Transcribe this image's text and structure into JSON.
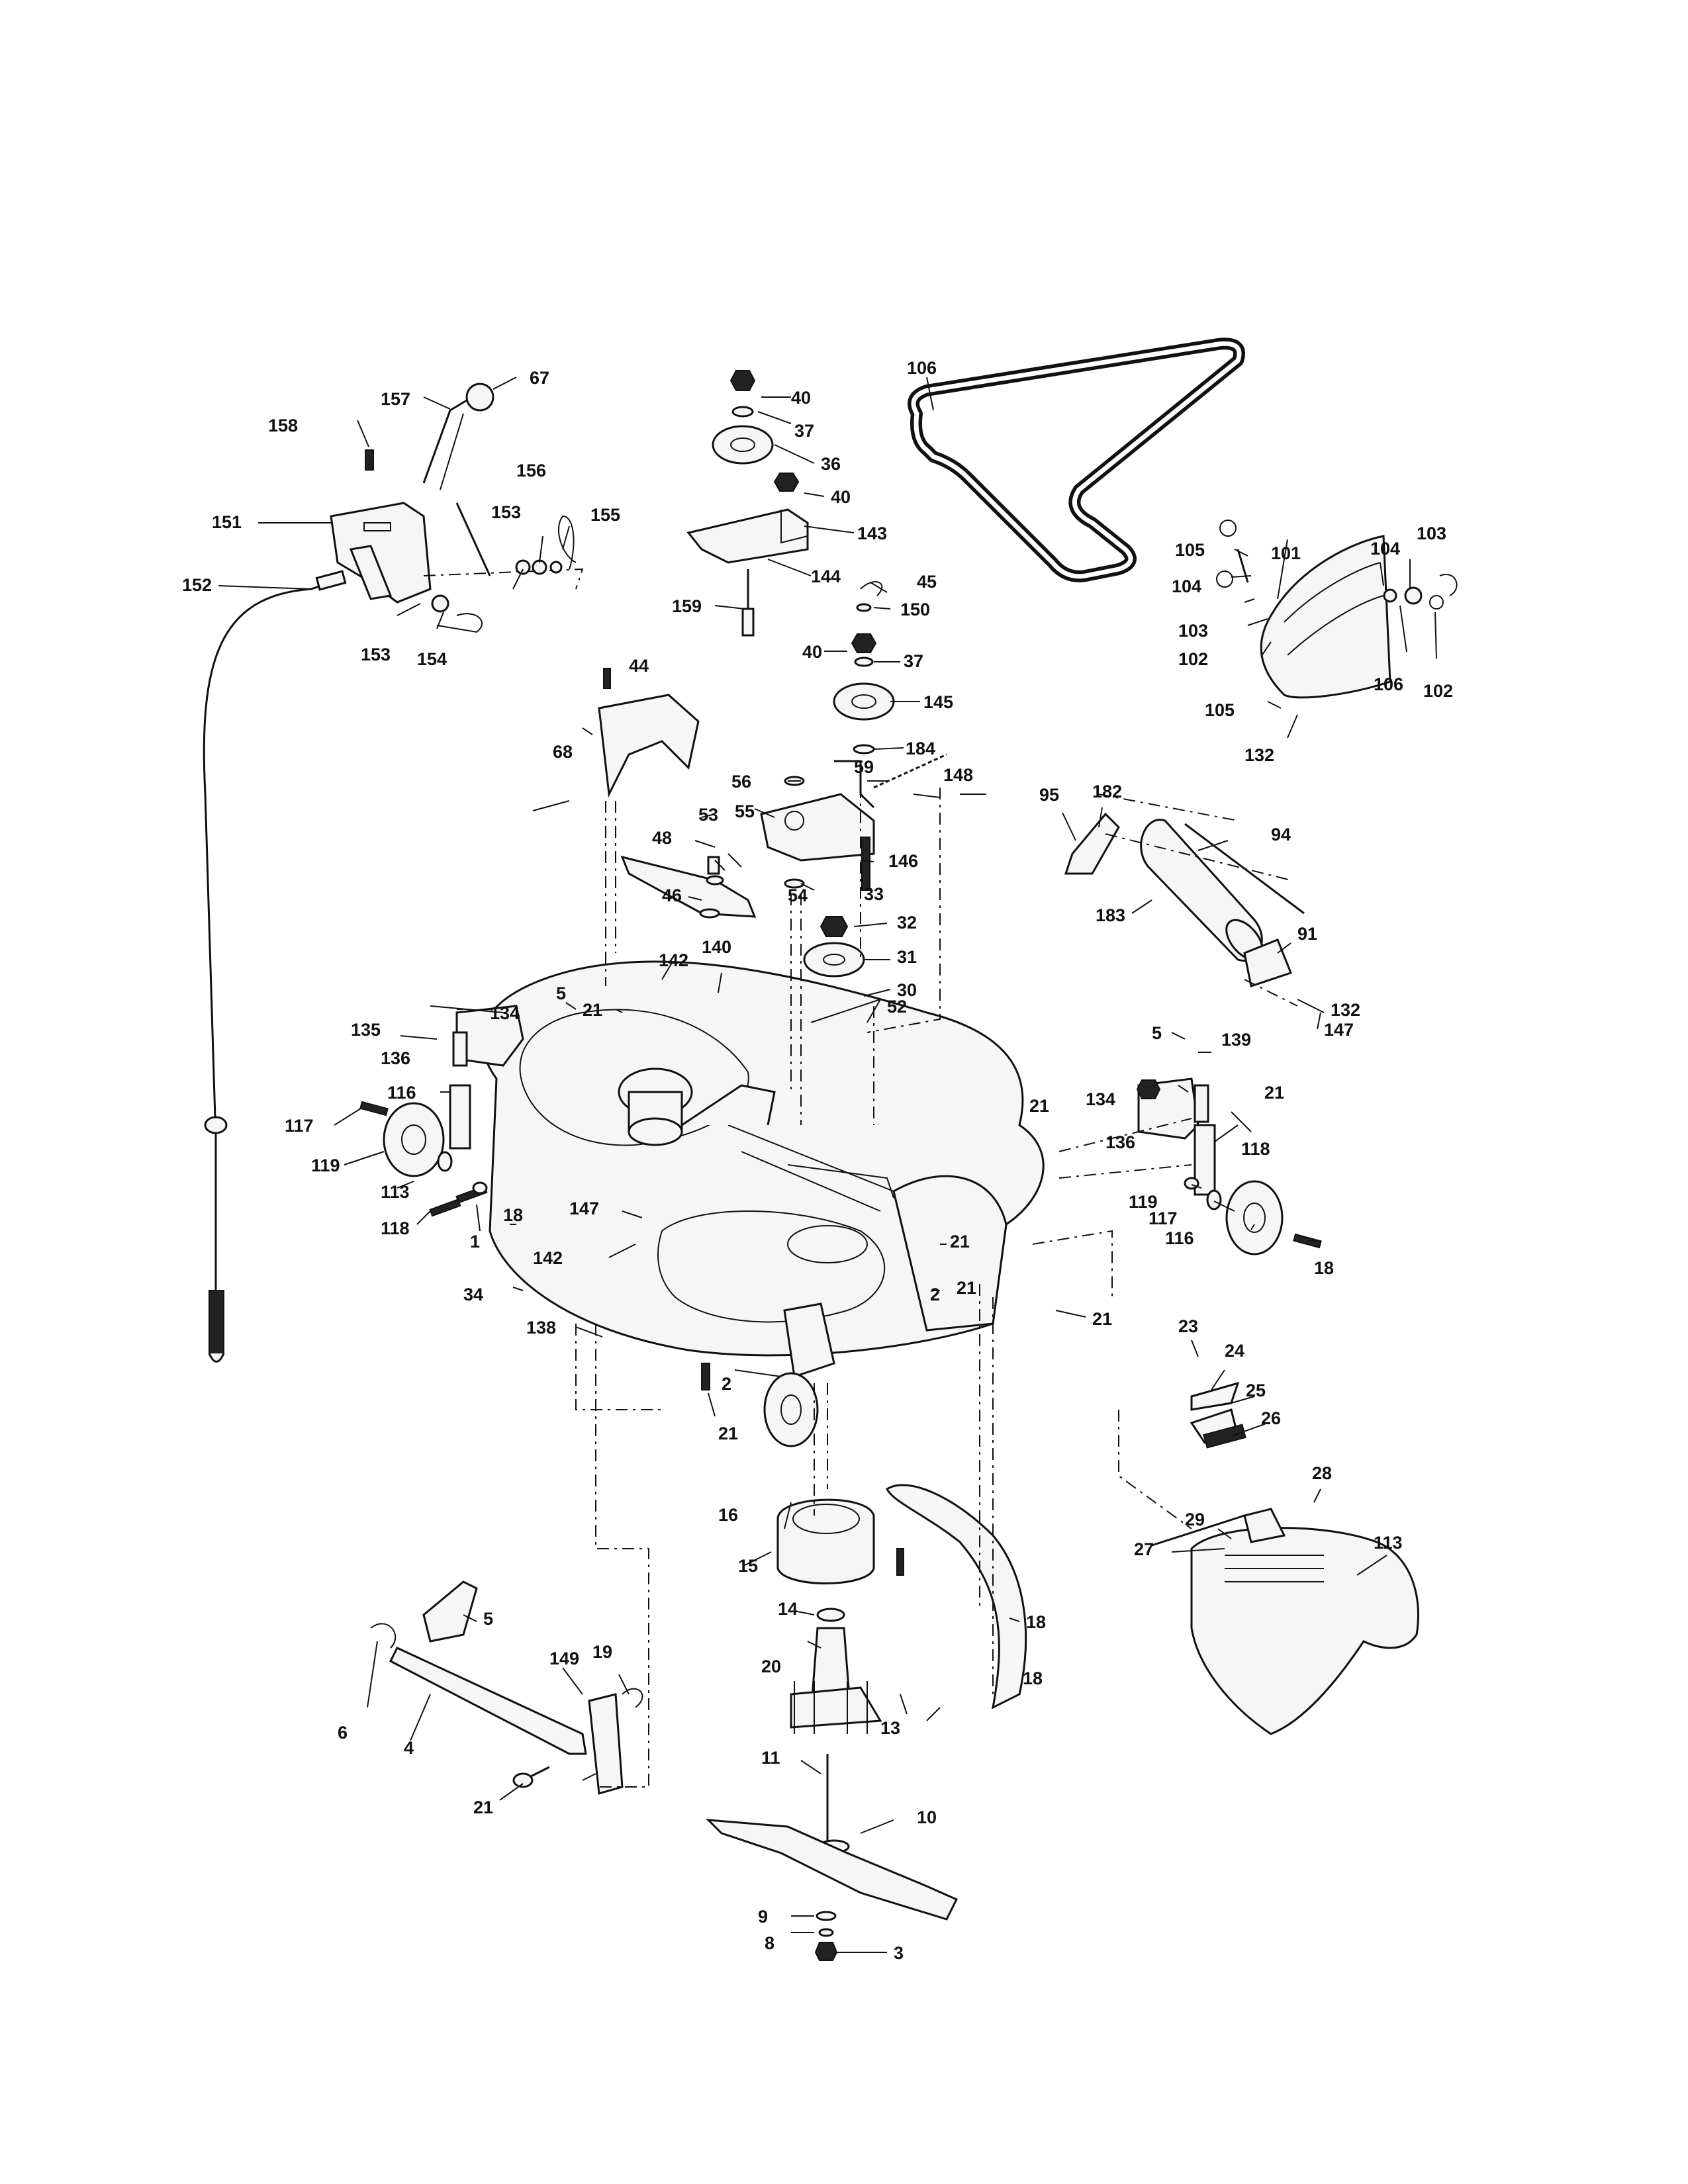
{
  "diagram": {
    "colors": {
      "ink": "#111111",
      "paper": "#ffffff"
    },
    "callouts": [
      "67",
      "157",
      "158",
      "151",
      "152",
      "153",
      "156",
      "155",
      "153",
      "154",
      "40",
      "37",
      "36",
      "40",
      "143",
      "144",
      "159",
      "45",
      "150",
      "40",
      "37",
      "145",
      "184",
      "59",
      "148",
      "56",
      "55",
      "146",
      "54",
      "33",
      "32",
      "31",
      "30",
      "52",
      "53",
      "48",
      "46",
      "44",
      "68",
      "106",
      "105",
      "104",
      "103",
      "102",
      "101",
      "105",
      "103",
      "104",
      "106",
      "102",
      "132",
      "95",
      "182",
      "94",
      "183",
      "91",
      "132",
      "147",
      "142",
      "140",
      "21",
      "5",
      "134",
      "135",
      "136",
      "116",
      "117",
      "119",
      "113",
      "118",
      "1",
      "18",
      "34",
      "147",
      "142",
      "138",
      "2",
      "21",
      "2",
      "21",
      "21",
      "21",
      "5",
      "139",
      "134",
      "21",
      "136",
      "118",
      "119",
      "117",
      "116",
      "18",
      "21",
      "23",
      "24",
      "25",
      "26",
      "28",
      "29",
      "27",
      "113",
      "16",
      "15",
      "14",
      "20",
      "18",
      "18",
      "13",
      "11",
      "10",
      "9",
      "8",
      "3",
      "5",
      "6",
      "4",
      "149",
      "19",
      "21"
    ]
  }
}
